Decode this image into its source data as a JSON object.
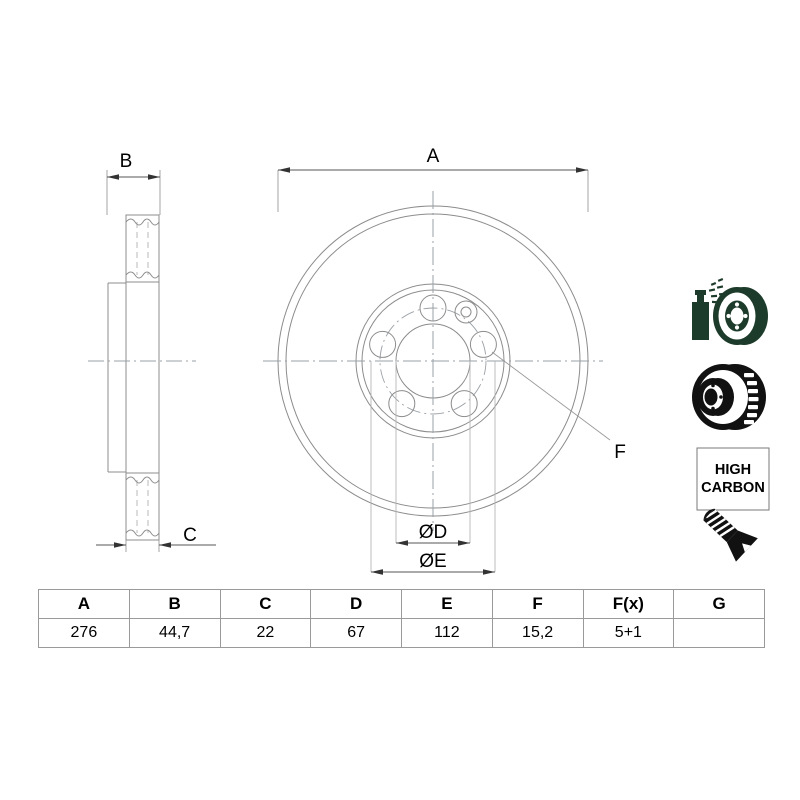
{
  "document": {
    "type": "technical-drawing",
    "subject": "Brake disc dimensional drawing"
  },
  "dimensions": {
    "overall_diameter_label": "A",
    "total_thickness_label": "B",
    "hub_thickness_label": "C",
    "bore_label": "ØD",
    "bolt_circle_label": "ØE",
    "bolt_hole_label": "F"
  },
  "table": {
    "headers": [
      "A",
      "B",
      "C",
      "D",
      "E",
      "F",
      "F(x)",
      "G"
    ],
    "values": [
      "276",
      "44,7",
      "22",
      "67",
      "112",
      "15,2",
      "5+1",
      ""
    ]
  },
  "icons": {
    "coating": {
      "name": "spray-coating-disc-icon",
      "title": "Corrosion protection coating"
    },
    "vented": {
      "name": "vented-disc-icon",
      "title": "Internally vented disc"
    },
    "high_carbon": {
      "name": "high-carbon-badge",
      "line1": "HIGH",
      "line2": "CARBON"
    },
    "screw": {
      "name": "countersunk-screw-icon",
      "title": "Fixing screw included"
    }
  },
  "colors": {
    "line": "#8c8c8c",
    "line_dark": "#555555",
    "center_line": "#9aa0a6",
    "text": "#000000",
    "icon_green": "#1d3b2a",
    "icon_black": "#111111",
    "table_border": "#9a9a9a",
    "background": "#ffffff"
  }
}
